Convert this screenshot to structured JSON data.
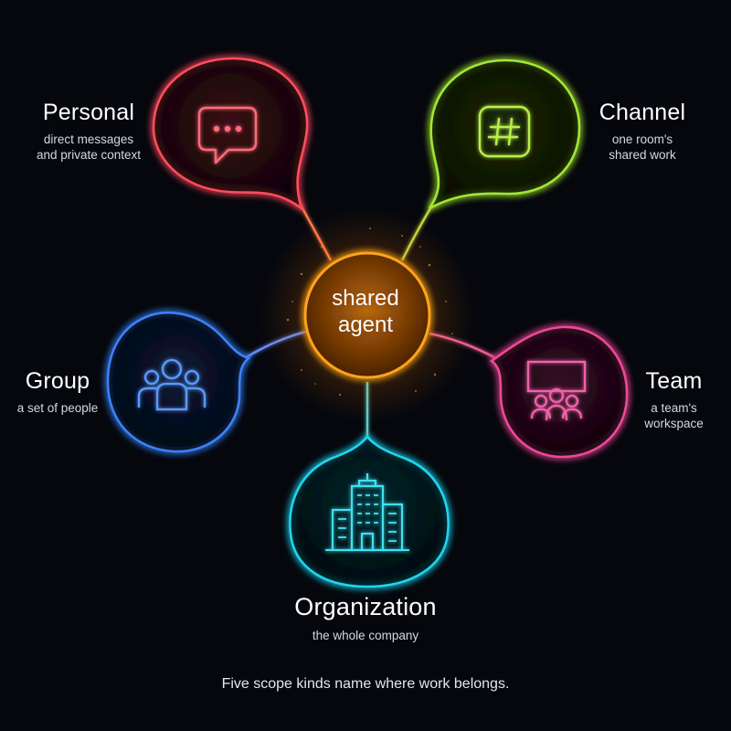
{
  "center": {
    "label": "shared\nagent",
    "color": "#f59e0b"
  },
  "scopes": [
    {
      "key": "personal",
      "title": "Personal",
      "description": "direct messages\nand private context",
      "icon": "chat-bubble-icon",
      "color": "#ff4d5e"
    },
    {
      "key": "channel",
      "title": "Channel",
      "description": "one room's\nshared work",
      "icon": "hashtag-icon",
      "color": "#a3e635"
    },
    {
      "key": "group",
      "title": "Group",
      "description": "a set of people",
      "icon": "people-group-icon",
      "color": "#3b82f6"
    },
    {
      "key": "team",
      "title": "Team",
      "description": "a team's\nworkspace",
      "icon": "team-board-icon",
      "color": "#ec4899"
    },
    {
      "key": "organization",
      "title": "Organization",
      "description": "the whole company",
      "icon": "office-building-icon",
      "color": "#22d3ee"
    }
  ],
  "caption": "Five scope kinds name where work belongs."
}
